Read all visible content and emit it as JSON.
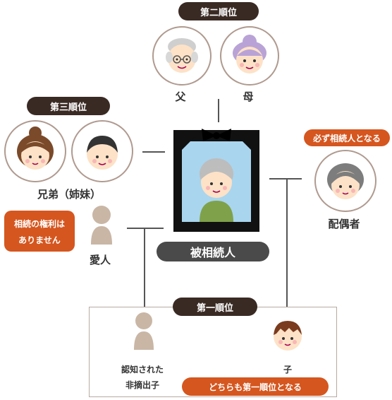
{
  "second_rank": {
    "header": "第二順位",
    "father": "父",
    "mother": "母"
  },
  "third_rank": {
    "header": "第三順位",
    "siblings": "兄弟（姉妹）"
  },
  "no_rights_note": {
    "line1": "相続の権利は",
    "line2": "ありません"
  },
  "lover": "愛人",
  "decedent": "被相続人",
  "spouse_note": "必ず相続人となる",
  "spouse": "配偶者",
  "first_rank": {
    "header": "第一順位",
    "recognized_line1": "認知された",
    "recognized_line2": "非摘出子",
    "child": "子",
    "both_note": "どちらも第一順位となる"
  },
  "colors": {
    "header_dark": "#3a2a24",
    "accent_orange": "#d5561f",
    "decedent_label": "#4a4a4a",
    "circle_border": "#b09a8f",
    "silhouette": "#c9b6a5"
  }
}
